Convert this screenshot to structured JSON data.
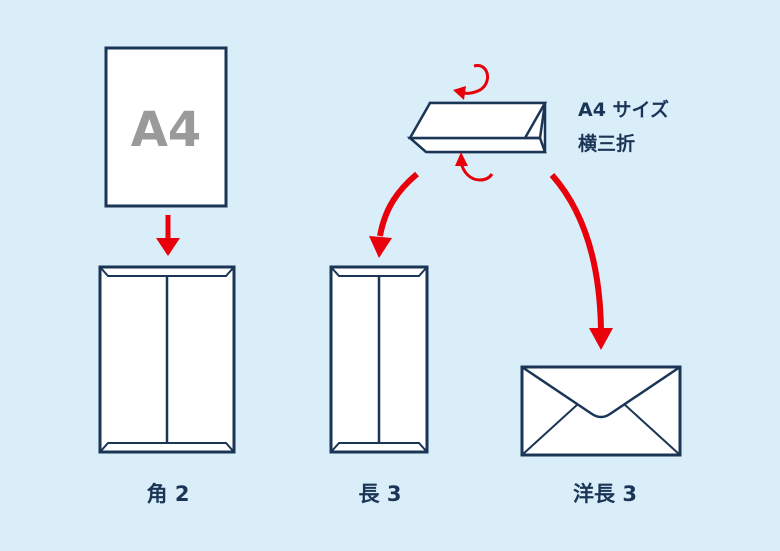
{
  "paper": {
    "text": "A4"
  },
  "caption": {
    "line1": "A4 サイズ",
    "line2": "横三折"
  },
  "envelopes": {
    "kaku2": "角 2",
    "naga3": "長 3",
    "younaga3": "洋長 3"
  },
  "colors": {
    "background": "#daeef9",
    "line": "#1a3556",
    "arrow": "#e8000a",
    "paper_text": "#9a9a9a",
    "fill": "#ffffff"
  }
}
